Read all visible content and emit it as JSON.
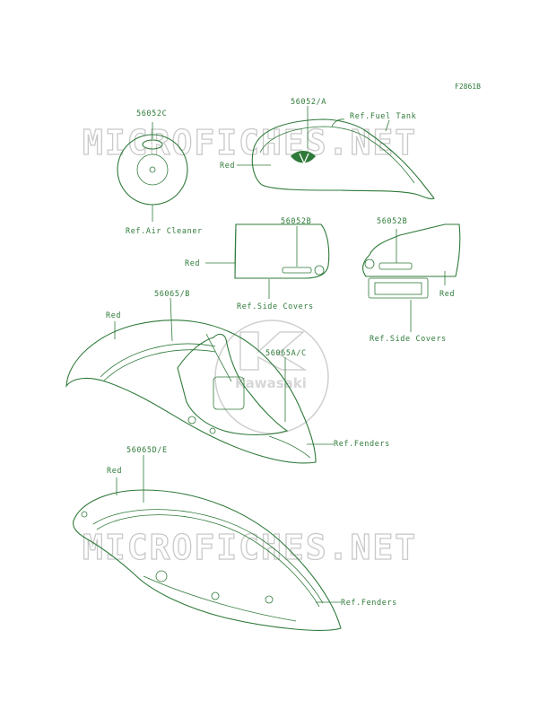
{
  "figure_code": "F2861B",
  "watermark_text": "MICROFICHES.NET",
  "watermark_logo_text": "Kawasaki",
  "callouts": {
    "tank_part": "56052/A",
    "tank_ref": "Ref.Fuel Tank",
    "tank_color": "Red",
    "air_part": "56052C",
    "air_ref": "Ref.Air Cleaner",
    "side_left_part": "56052B",
    "side_left_color": "Red",
    "side_left_ref": "Ref.Side Covers",
    "side_right_part": "56052B",
    "side_right_color": "Red",
    "side_right_ref": "Ref.Side Covers",
    "front_fender_part": "56065/B",
    "front_fender_color": "Red",
    "front_fender_part2": "56065A/C",
    "front_fender_ref": "Ref.Fenders",
    "rear_fender_part": "56065D/E",
    "rear_fender_color": "Red",
    "rear_fender_ref": "Ref.Fenders"
  },
  "colors": {
    "line": "#2f7a3a",
    "watermark": "#c9c9c9"
  }
}
